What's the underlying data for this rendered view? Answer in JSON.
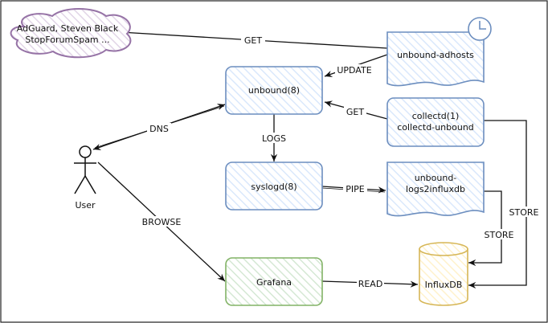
{
  "diagram": {
    "nodes": {
      "cloud": {
        "lines": [
          "AdGuard, Steven Black",
          "StopForumSpam ..."
        ]
      },
      "adhosts": {
        "lines": [
          "unbound-adhosts"
        ]
      },
      "unbound": {
        "lines": [
          "unbound(8)"
        ]
      },
      "collectd": {
        "lines": [
          "collectd(1)",
          "collectd-unbound"
        ]
      },
      "user": {
        "lines": [
          "User"
        ]
      },
      "syslogd": {
        "lines": [
          "syslogd(8)"
        ]
      },
      "logs2influx": {
        "lines": [
          "unbound-",
          "logs2influxdb"
        ]
      },
      "grafana": {
        "lines": [
          "Grafana"
        ]
      },
      "influxdb": {
        "lines": [
          "InfluxDB"
        ]
      }
    },
    "edges": {
      "get_cloud": "GET",
      "update": "UPDATE",
      "get_collectd": "GET",
      "dns": "DNS",
      "logs": "LOGS",
      "pipe": "PIPE",
      "browse": "BROWSE",
      "store_logs": "STORE",
      "store_collectd": "STORE",
      "read": "READ"
    },
    "colors": {
      "blue": "#6c8ebf",
      "blue_fill": "#dae8fc",
      "green": "#82b366",
      "green_fill": "#d5e8d4",
      "yellow": "#d6b656",
      "yellow_fill": "#fff2cc",
      "purple": "#9673a6",
      "purple_fill": "#e1d5e7"
    }
  }
}
